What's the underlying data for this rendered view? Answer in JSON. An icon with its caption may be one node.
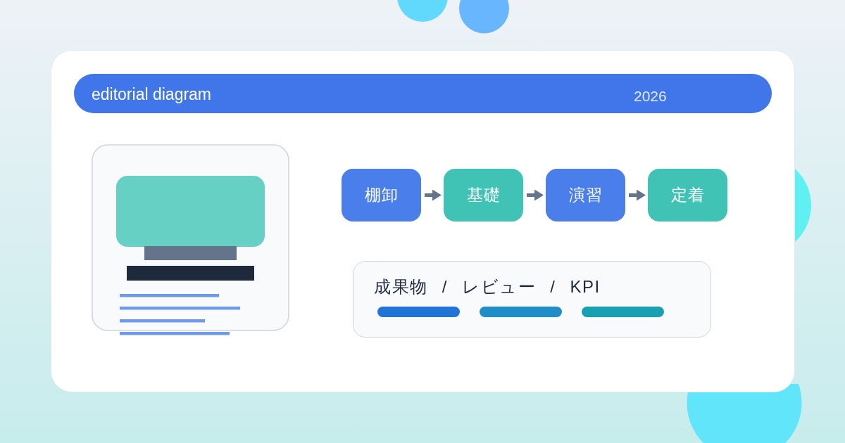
{
  "diagram": {
    "nodes": [
      {
        "text": [
          "editorial diagram",
          "2026"
        ]
      },
      {
        "text": [
          "棚卸"
        ]
      },
      {
        "text": [
          "基礎"
        ]
      },
      {
        "text": [
          "演習"
        ]
      },
      {
        "text": [
          "定着"
        ]
      },
      {
        "text": [
          "成果物 / レビュー / KPI"
        ]
      }
    ],
    "edges": [
      {
        "from": 1,
        "to": 2,
        "arrow": "to"
      },
      {
        "from": 2,
        "to": 3,
        "arrow": "to"
      },
      {
        "from": 3,
        "to": 4,
        "arrow": "to"
      }
    ]
  }
}
